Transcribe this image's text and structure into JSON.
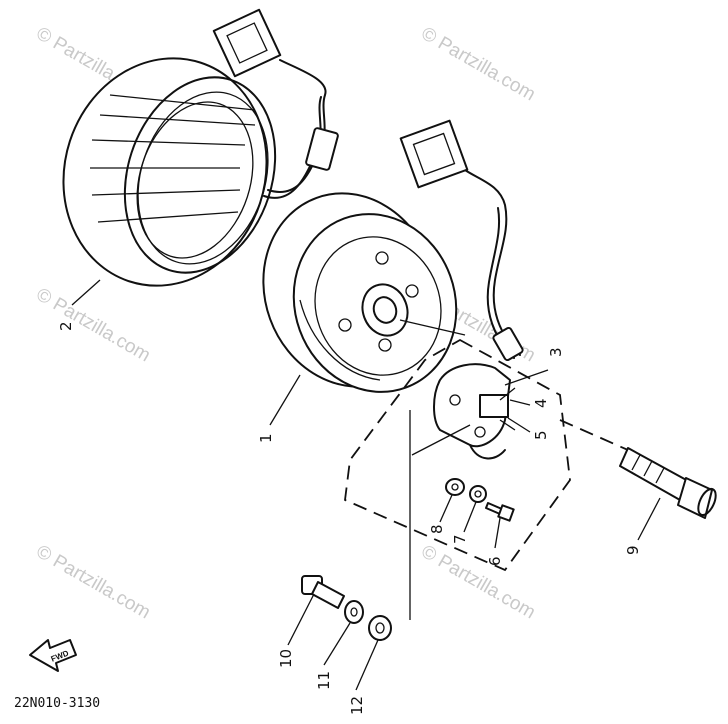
{
  "watermark": "© Partzilla.com",
  "diagram_code": "22N010-3130",
  "fwd_label": "FWD",
  "callouts": {
    "c1": "1",
    "c2": "2",
    "c3": "3",
    "c4": "4",
    "c5": "5",
    "c6": "6",
    "c7": "7",
    "c8": "8",
    "c9": "9",
    "c10": "10",
    "c11": "11",
    "c12": "12"
  }
}
